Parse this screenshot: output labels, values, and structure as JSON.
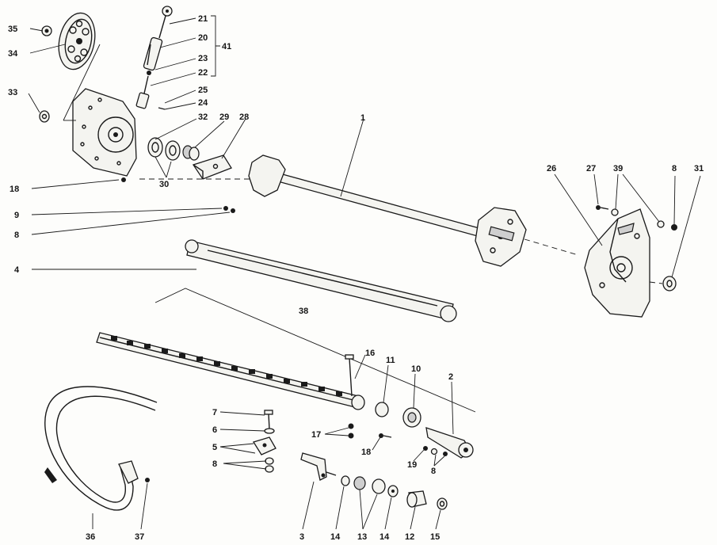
{
  "diagram": {
    "callouts": [
      {
        "id": "c-21",
        "text": "21"
      },
      {
        "id": "c-20",
        "text": "20"
      },
      {
        "id": "c-23",
        "text": "23"
      },
      {
        "id": "c-22",
        "text": "22"
      },
      {
        "id": "c-41",
        "text": "41"
      },
      {
        "id": "c-25",
        "text": "25"
      },
      {
        "id": "c-24",
        "text": "24"
      },
      {
        "id": "c-35",
        "text": "35"
      },
      {
        "id": "c-34",
        "text": "34"
      },
      {
        "id": "c-33",
        "text": "33"
      },
      {
        "id": "c-32",
        "text": "32"
      },
      {
        "id": "c-29",
        "text": "29"
      },
      {
        "id": "c-28",
        "text": "28"
      },
      {
        "id": "c-30",
        "text": "30"
      },
      {
        "id": "c-1",
        "text": "1"
      },
      {
        "id": "c-18a",
        "text": "18"
      },
      {
        "id": "c-9",
        "text": "9"
      },
      {
        "id": "c-8a",
        "text": "8"
      },
      {
        "id": "c-4",
        "text": "4"
      },
      {
        "id": "c-26",
        "text": "26"
      },
      {
        "id": "c-27",
        "text": "27"
      },
      {
        "id": "c-39",
        "text": "39"
      },
      {
        "id": "c-8b",
        "text": "8"
      },
      {
        "id": "c-31",
        "text": "31"
      },
      {
        "id": "c-38",
        "text": "38"
      },
      {
        "id": "c-16",
        "text": "16"
      },
      {
        "id": "c-11",
        "text": "11"
      },
      {
        "id": "c-10",
        "text": "10"
      },
      {
        "id": "c-2",
        "text": "2"
      },
      {
        "id": "c-7",
        "text": "7"
      },
      {
        "id": "c-6",
        "text": "6"
      },
      {
        "id": "c-5",
        "text": "5"
      },
      {
        "id": "c-17",
        "text": "17"
      },
      {
        "id": "c-18b",
        "text": "18"
      },
      {
        "id": "c-19",
        "text": "19"
      },
      {
        "id": "c-8c",
        "text": "8"
      },
      {
        "id": "c-8d",
        "text": "8"
      },
      {
        "id": "c-36",
        "text": "36"
      },
      {
        "id": "c-37",
        "text": "37"
      },
      {
        "id": "c-3",
        "text": "3"
      },
      {
        "id": "c-14a",
        "text": "14"
      },
      {
        "id": "c-13",
        "text": "13"
      },
      {
        "id": "c-14b",
        "text": "14"
      },
      {
        "id": "c-12",
        "text": "12"
      },
      {
        "id": "c-15",
        "text": "15"
      }
    ]
  }
}
